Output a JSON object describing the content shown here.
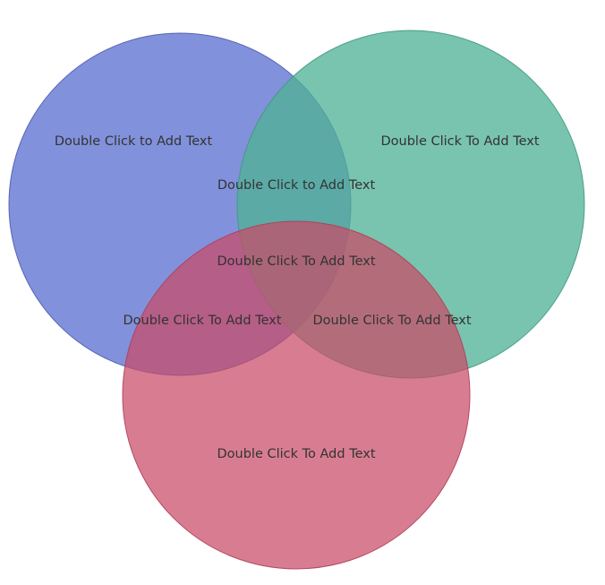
{
  "diagram": {
    "type": "venn-3",
    "circles": [
      {
        "id": "blue",
        "fill": "#5b6fd0",
        "stroke": "#4b5bb0",
        "opacity": 0.76
      },
      {
        "id": "green",
        "fill": "#4fb295",
        "stroke": "#3e9a80",
        "opacity": 0.76
      },
      {
        "id": "red",
        "fill": "#c94b66",
        "stroke": "#b03d58",
        "opacity": 0.72
      }
    ],
    "labels": {
      "blue_only": "Double Click to Add Text",
      "green_only": "Double Click To Add Text",
      "blue_green": "Double Click to Add Text",
      "center": "Double Click To Add Text",
      "blue_red": "Double Click To Add Text",
      "green_red": "Double Click To Add Text",
      "red_only": "Double Click To Add Text"
    }
  }
}
